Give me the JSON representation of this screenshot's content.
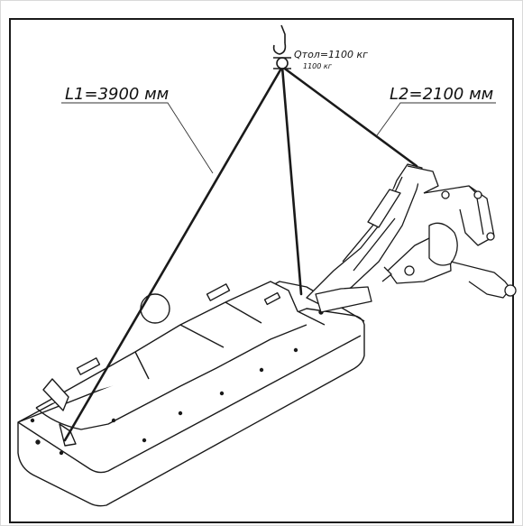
{
  "labels": {
    "sling_left": "L1=3900 мм",
    "sling_right": "L2=2100 мм",
    "load_capacity": "Qтол=1100 кг",
    "load_capacity_shadow": "1100 кг"
  },
  "colors": {
    "line": "#111111",
    "sling": "#1a1a1a",
    "frame": "#1a1a1a",
    "background": "#ffffff"
  },
  "icons": {
    "hook": "crane-hook-icon",
    "machine": "mower-outline"
  }
}
